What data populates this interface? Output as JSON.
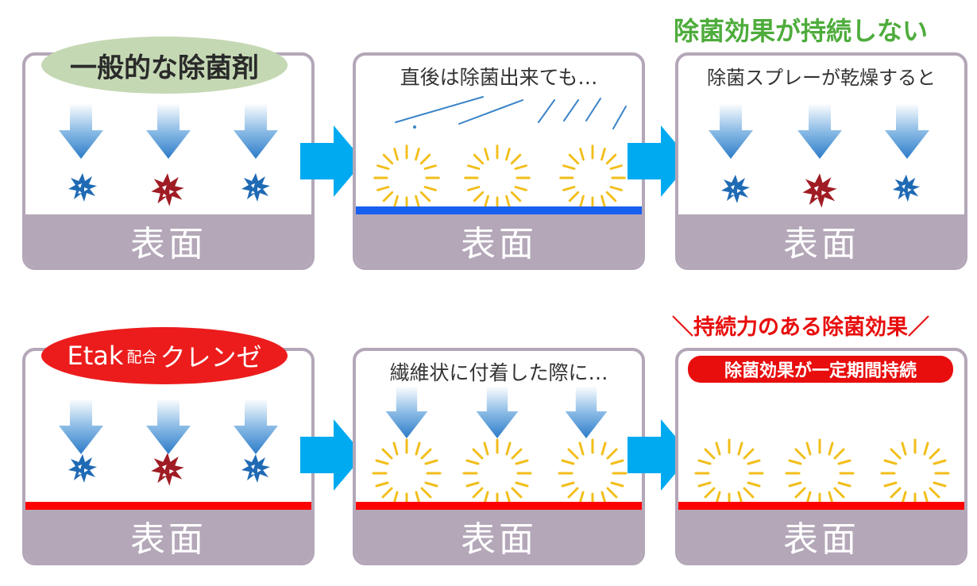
{
  "labels": {
    "general_agent": "一般的な除菌剤",
    "etak_prefix": "Etak",
    "etak_small": "配合",
    "etak_suffix": "クレンゼ",
    "caption_right_after": "直後は除菌出来ても…",
    "caption_spray_dry": "除菌スプレーが乾燥すると",
    "caption_fiber": "繊維状に付着した際に…",
    "headline_no_persist": "除菌効果が持続しない",
    "headline_persist": "＼持続力のある除菌効果／",
    "badge_persist": "除菌効果が一定期間持続",
    "surface": "表面"
  },
  "colors": {
    "panel_border": "#b3a7b8",
    "green_text": "#4eac3c",
    "red_text": "#e80e0e",
    "blue_line": "#1760f0",
    "red_line": "#ff0000",
    "big_arrow": "#00aaf0",
    "germ_blue": "#1f6ab4",
    "germ_red": "#a01c24",
    "burst": "#f2be1a"
  },
  "icons": [
    "down-arrow-icon",
    "germ-icon",
    "burst-icon",
    "spray-line-icon",
    "right-arrow-icon"
  ]
}
